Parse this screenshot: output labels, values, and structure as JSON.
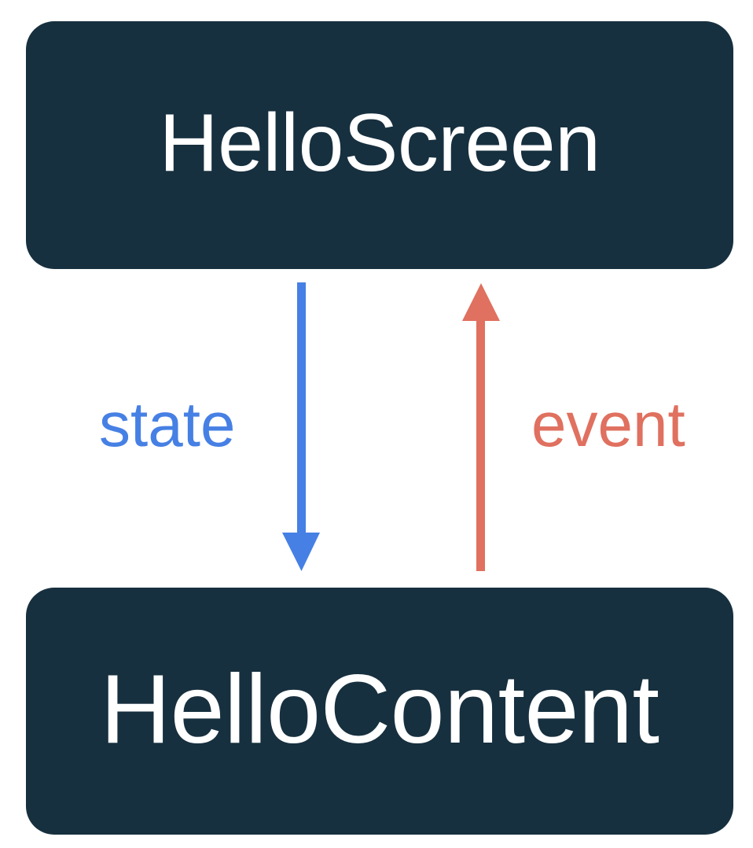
{
  "diagram": {
    "title": "HelloScreen / HelloContent state-event flow",
    "type": "flow-diagram",
    "background_color": "#FFFFFF",
    "nodes": [
      {
        "id": "hello-screen",
        "label": "HelloScreen",
        "fill_color": "#17303F",
        "text_color": "#FFFFFF",
        "shape": "rounded-rectangle"
      },
      {
        "id": "hello-content",
        "label": "HelloContent",
        "fill_color": "#17303F",
        "text_color": "#FFFFFF",
        "shape": "rounded-rectangle"
      }
    ],
    "edges": [
      {
        "id": "state-edge",
        "label": "state",
        "from": "hello-screen",
        "to": "hello-content",
        "direction": "down",
        "color": "#4680E4"
      },
      {
        "id": "event-edge",
        "label": "event",
        "from": "hello-content",
        "to": "hello-screen",
        "direction": "up",
        "color": "#E0705F"
      }
    ]
  }
}
